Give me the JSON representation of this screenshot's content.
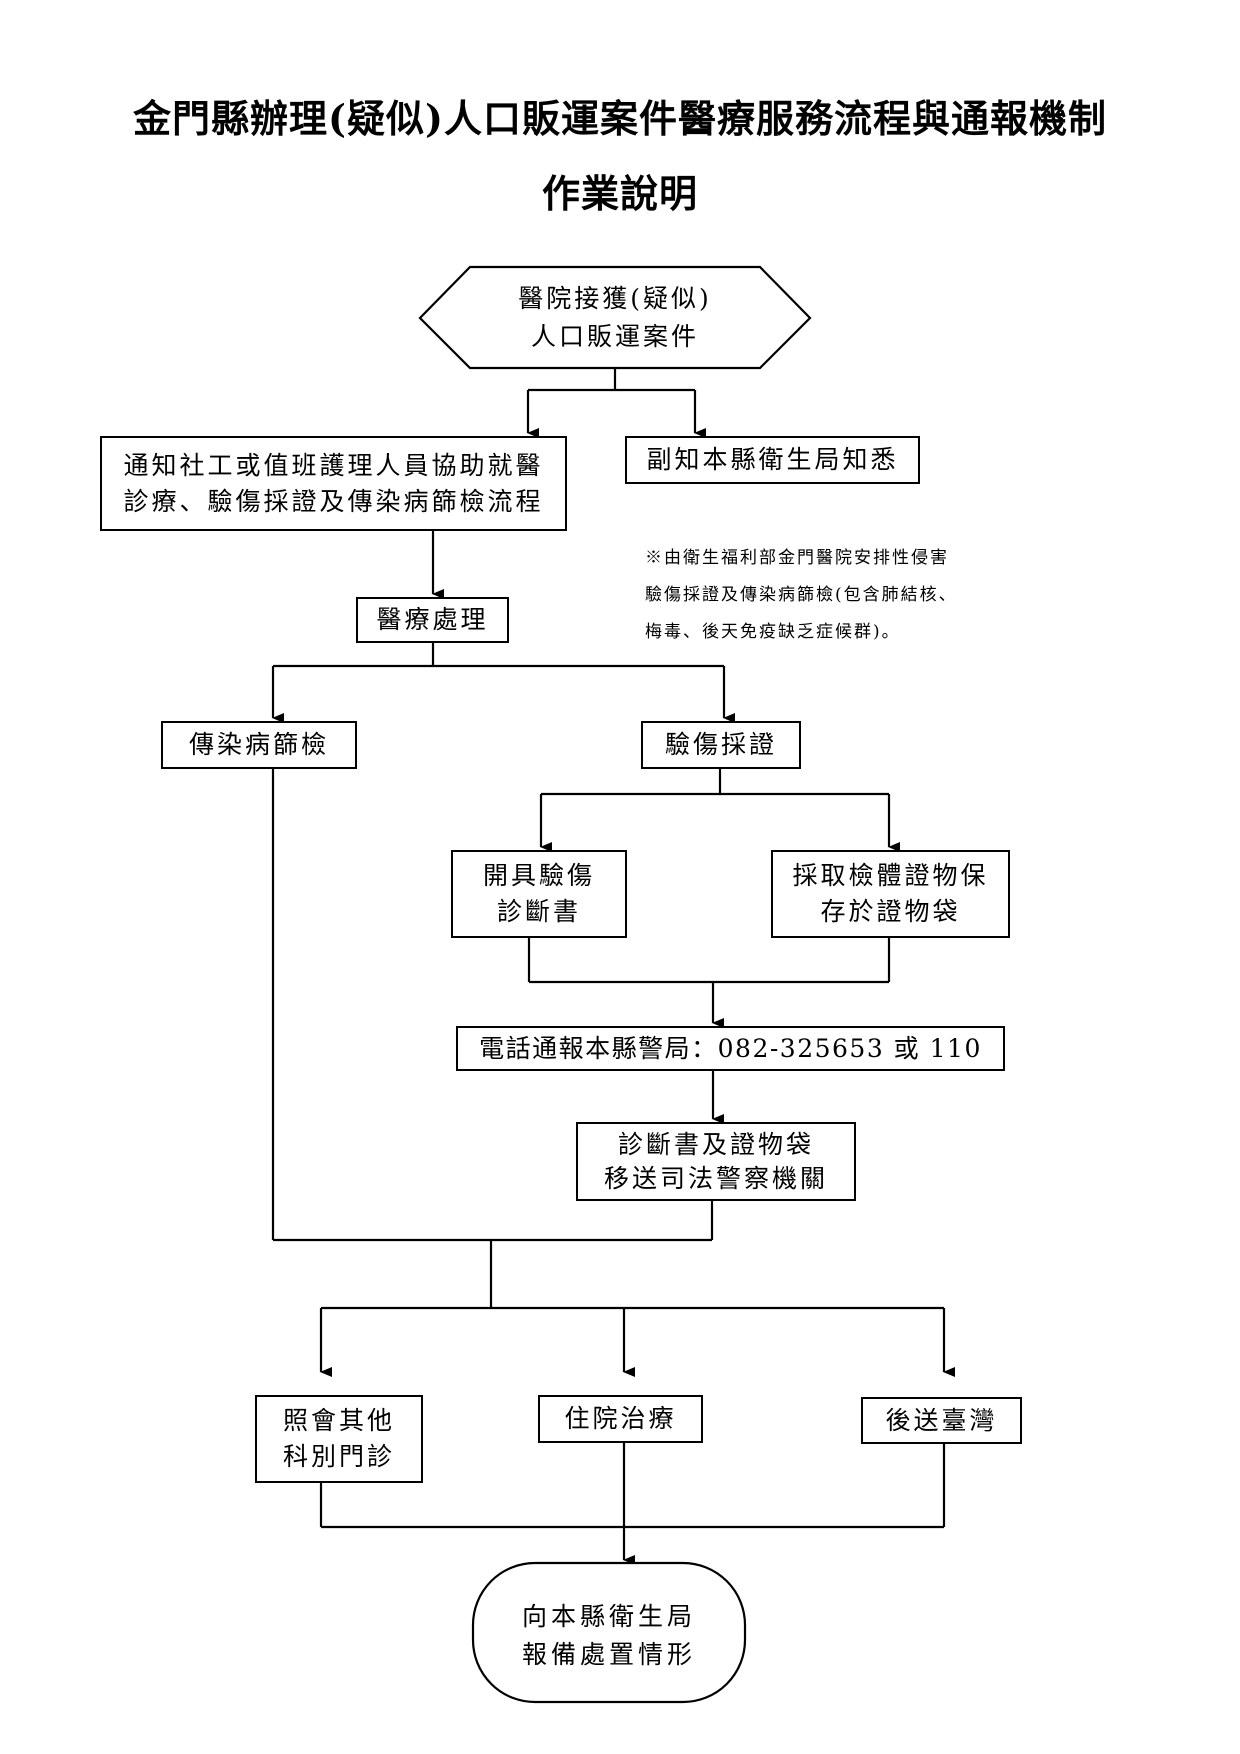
{
  "title": {
    "line1": "金門縣辦理(疑似)人口販運案件醫療服務流程與通報機制",
    "line2": "作業說明"
  },
  "nodes": {
    "start": [
      "醫院接獲(疑似)",
      "人口販運案件"
    ],
    "notify_social": [
      "通知社工或值班護理人員協助就醫",
      "診療、驗傷採證及傳染病篩檢流程"
    ],
    "cc_health": [
      "副知本縣衛生局知悉"
    ],
    "medical": [
      "醫療處理"
    ],
    "screening": [
      "傳染病篩檢"
    ],
    "evidence": [
      "驗傷採證"
    ],
    "certificate": [
      "開具驗傷",
      "診斷書"
    ],
    "collect": [
      "採取檢體證物保",
      "存於證物袋"
    ],
    "phone": [
      "電話通報本縣警局：082-325653 或 110"
    ],
    "transfer": [
      "診斷書及證物袋",
      "移送司法警察機關"
    ],
    "consult": [
      "照會其他",
      "科別門診"
    ],
    "hospitalize": [
      "住院治療"
    ],
    "send_taiwan": [
      "後送臺灣"
    ],
    "report": [
      "向本縣衛生局",
      "報備處置情形"
    ]
  },
  "note": [
    "※由衛生福利部金門醫院安排性侵害",
    "驗傷採證及傳染病篩檢(包含肺結核、",
    "梅毒、後天免疫缺乏症候群)。"
  ]
}
